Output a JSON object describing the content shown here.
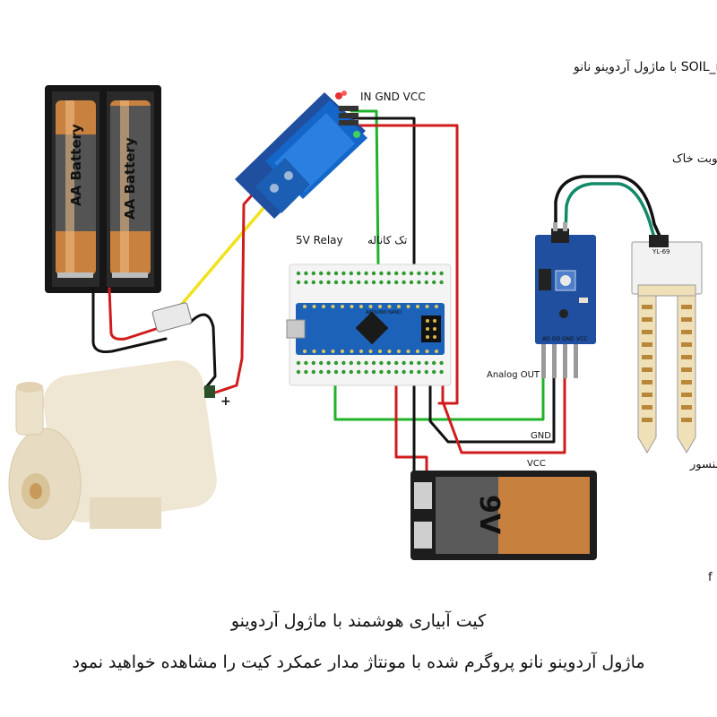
{
  "diagram": {
    "title": "کیت آموزش آبیاری هوشمند مهندسیکا مدل سنسور SOIL_misture با ماژول آردوینو نانو",
    "relay_pins": "IN GND VCC",
    "relay_name": "5V Relay",
    "relay_channel": "تک کاناله",
    "sensor_title": "سنسور سنجش رطوبت خاک",
    "analog_out": "Analog OUT",
    "gnd": "GND",
    "vcc": "VCC",
    "probe_label": "سیخک سنسور",
    "battery_text": "AA Battery",
    "battery_9v": "9V",
    "module_pins": [
      "AO",
      "DO",
      "GND",
      "VCC"
    ],
    "probe_text": "YL-69",
    "nano_text": "ARDUINO NANO",
    "side_mark": "f",
    "plus_mark": "+"
  },
  "captions": {
    "line1": "کیت آبیاری هوشمند با ماژول آردوینو",
    "line2": "ماژول آردوینو نانو پروگرم شده با مونتاژ مدار عمکرد کیت را مشاهده خواهید نمود"
  },
  "colors": {
    "wire_red": "#d01c1c",
    "wire_black": "#111111",
    "wire_green": "#1fb22a",
    "wire_yellow": "#f0e21c",
    "wire_teal": "#128a6a",
    "relay_blue": "#1f4f9e",
    "nano_blue": "#1c62b8",
    "battery_orange": "#c87f3c"
  }
}
